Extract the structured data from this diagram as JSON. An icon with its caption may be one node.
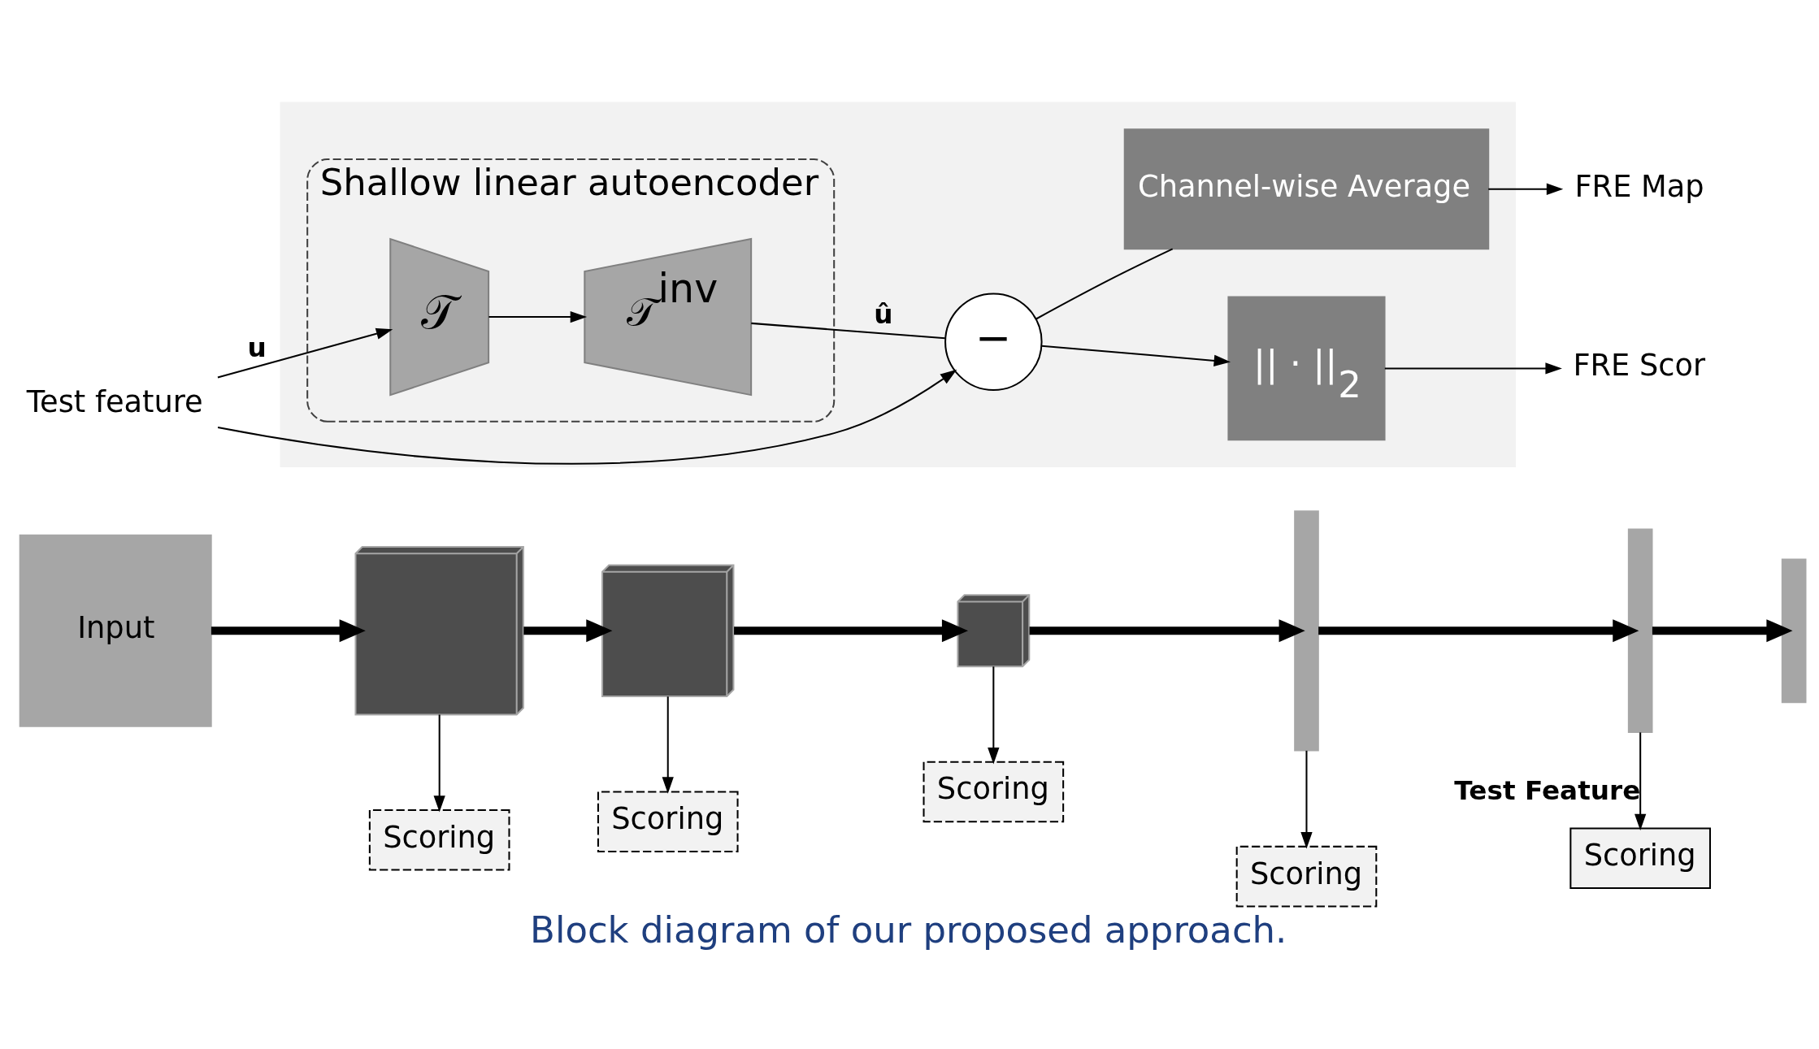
{
  "diagram": {
    "caption": "Block diagram of our proposed approach.",
    "nodes": [
      {
        "text": [
          "Input"
        ]
      },
      {
        "text": [],
        "shape": "cube"
      },
      {
        "text": [],
        "shape": "cube"
      },
      {
        "text": [],
        "shape": "cube"
      },
      {
        "text": [],
        "shape": "bar"
      },
      {
        "text": [],
        "shape": "bar"
      },
      {
        "text": [],
        "shape": "bar"
      },
      {
        "text": [
          "Scoring"
        ]
      },
      {
        "text": [
          "Scoring"
        ]
      },
      {
        "text": [
          "Scoring"
        ]
      },
      {
        "text": [
          "Scoring"
        ]
      },
      {
        "text": [
          "Scoring"
        ]
      },
      {
        "text": [],
        "shape": "box"
      },
      {
        "text": [
          "Test feature"
        ]
      },
      {
        "text": [
          "Shallow linear autoencoder"
        ],
        "in": 12
      },
      {
        "text": [
          "𝒯"
        ],
        "in": 14
      },
      {
        "text": [
          "𝒯$^{inv}$"
        ],
        "in": 14
      },
      {
        "text": [
          "−"
        ],
        "in": 12
      },
      {
        "text": [
          "Channel-wise Average"
        ],
        "in": 12
      },
      {
        "text": [
          "|| · ||$_{2}$"
        ],
        "in": 12
      },
      {
        "text": [
          "FRE Map"
        ]
      },
      {
        "text": [
          "FRE Scor"
        ]
      }
    ],
    "edges": [
      {
        "from": 0,
        "to": 1,
        "arrow": "to",
        "style": "thick"
      },
      {
        "from": 1,
        "to": 2,
        "arrow": "to",
        "style": "thick"
      },
      {
        "from": 2,
        "to": 3,
        "arrow": "to",
        "style": "thick"
      },
      {
        "from": 3,
        "to": 4,
        "arrow": "to",
        "style": "thick"
      },
      {
        "from": 4,
        "to": 5,
        "arrow": "to",
        "style": "thick"
      },
      {
        "from": 5,
        "to": 6,
        "arrow": "to",
        "style": "thick"
      },
      {
        "from": 1,
        "to": 7,
        "arrow": "to"
      },
      {
        "from": 2,
        "to": 8,
        "arrow": "to"
      },
      {
        "from": 3,
        "to": 9,
        "arrow": "to"
      },
      {
        "from": 4,
        "to": 10,
        "arrow": "to"
      },
      {
        "from": 5,
        "to": 11,
        "arrow": "to",
        "label": "Test Feature"
      },
      {
        "from": 13,
        "to": 15,
        "arrow": "to",
        "label": "u"
      },
      {
        "from": 15,
        "to": 16,
        "arrow": "to"
      },
      {
        "from": 16,
        "to": 17,
        "arrow": "none",
        "label": "û"
      },
      {
        "from": 13,
        "to": 17,
        "arrow": "to"
      },
      {
        "from": 17,
        "to": 19,
        "arrow": "to"
      },
      {
        "from": 17,
        "to": 18,
        "arrow": "none"
      },
      {
        "from": 18,
        "to": 20,
        "arrow": "to"
      },
      {
        "from": 19,
        "to": 21,
        "arrow": "to"
      }
    ]
  }
}
